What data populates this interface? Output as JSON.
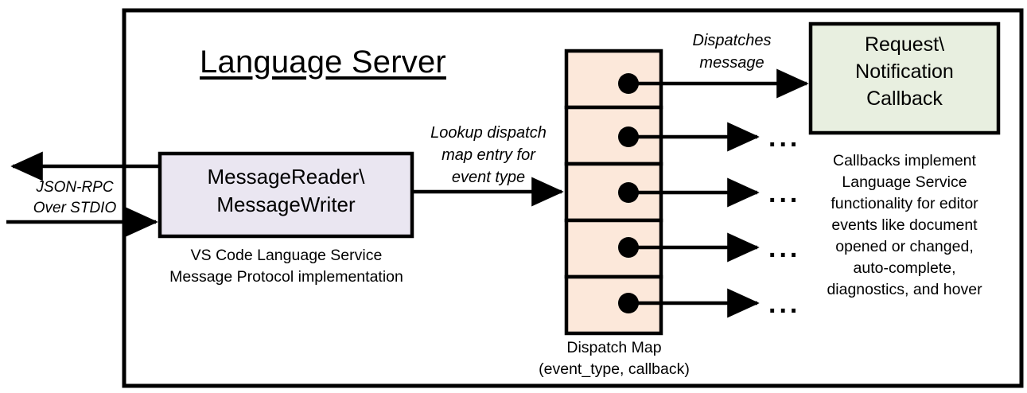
{
  "diagram": {
    "title": "Language Server",
    "outer_border_color": "#000000",
    "background": "#ffffff"
  },
  "external_io": {
    "label_line1": "JSON-RPC",
    "label_line2": "Over STDIO",
    "outbound_arrow_name": "outbound-jsonrpc-arrow",
    "inbound_arrow_name": "inbound-jsonrpc-arrow"
  },
  "message_box": {
    "line1": "MessageReader\\",
    "line2": "MessageWriter",
    "fill": "#EAE6F1",
    "stroke": "#000000",
    "caption_line1": "VS Code Language Service",
    "caption_line2": "Message Protocol implementation"
  },
  "lookup_annotation": {
    "line1": "Lookup dispatch",
    "line2": "map entry for",
    "line3": "event type"
  },
  "dispatch_map": {
    "fill": "#FCE8DA",
    "stroke": "#000000",
    "caption_line1": "Dispatch Map",
    "caption_line2": "(event_type, callback)",
    "cell_count": 5,
    "cells": [
      {
        "index": 0,
        "target": "callback-box",
        "ellipsis": ""
      },
      {
        "index": 1,
        "target": "ellipsis",
        "ellipsis": "..."
      },
      {
        "index": 2,
        "target": "ellipsis",
        "ellipsis": "..."
      },
      {
        "index": 3,
        "target": "ellipsis",
        "ellipsis": "..."
      },
      {
        "index": 4,
        "target": "ellipsis",
        "ellipsis": "..."
      }
    ]
  },
  "dispatch_annotation": {
    "line1": "Dispatches",
    "line2": "message"
  },
  "callback_box": {
    "line1": "Request\\",
    "line2": "Notification",
    "line3": "Callback",
    "fill": "#E8EFE0",
    "stroke": "#000000",
    "caption_line1": "Callbacks implement",
    "caption_line2": "Language Service",
    "caption_line3": "functionality for editor",
    "caption_line4": "events like document",
    "caption_line5": "opened or changed,",
    "caption_line6": "auto-complete,",
    "caption_line7": "diagnostics, and hover"
  }
}
